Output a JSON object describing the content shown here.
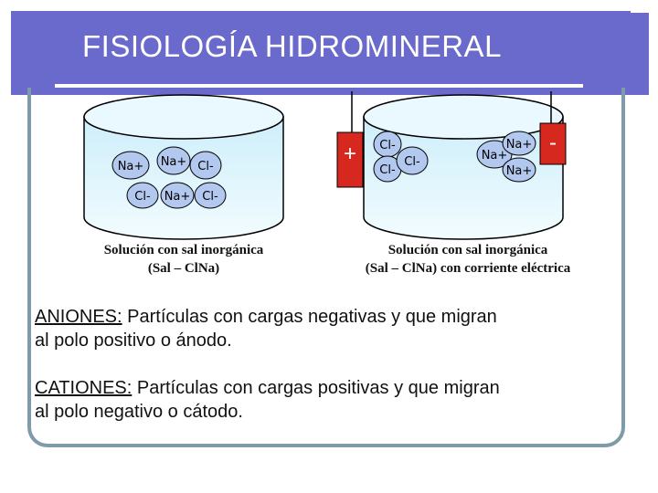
{
  "header": {
    "title": "FISIOLOGÍA HIDROMINERAL"
  },
  "left_beaker": {
    "caption_line1": "Solución con sal inorgánica",
    "caption_line2": "(Sal – ClNa)",
    "ions": [
      "Na+",
      "Na+",
      "Cl-",
      "Cl-",
      "Na+",
      "Cl-"
    ]
  },
  "right_beaker": {
    "caption_line1": "Solución con sal inorgánica",
    "caption_line2": "(Sal – ClNa) con corriente eléctrica",
    "positive_electrode": "+",
    "negative_electrode": "-",
    "anode_ions": [
      "Cl-",
      "Cl-",
      "Cl-"
    ],
    "cathode_ions": [
      "Na+",
      "Na+",
      "Na+"
    ]
  },
  "definitions": {
    "aniones_term": "ANIONES:",
    "aniones_line1": " Partículas con cargas negativas y que migran",
    "aniones_line2": "al polo positivo o ánodo.",
    "cationes_term": "CATIONES:",
    "cationes_line1": " Partículas con cargas positivas y que migran",
    "cationes_line2": "al polo negativo o cátodo."
  },
  "colors": {
    "header": "#6a6acd",
    "frame": "#7f9aa8",
    "water_top": "#d6f1fb",
    "water_bottom": "#eefbff",
    "ion_fill": "#b3c8ee",
    "electrode_fill": "#d6281e"
  }
}
